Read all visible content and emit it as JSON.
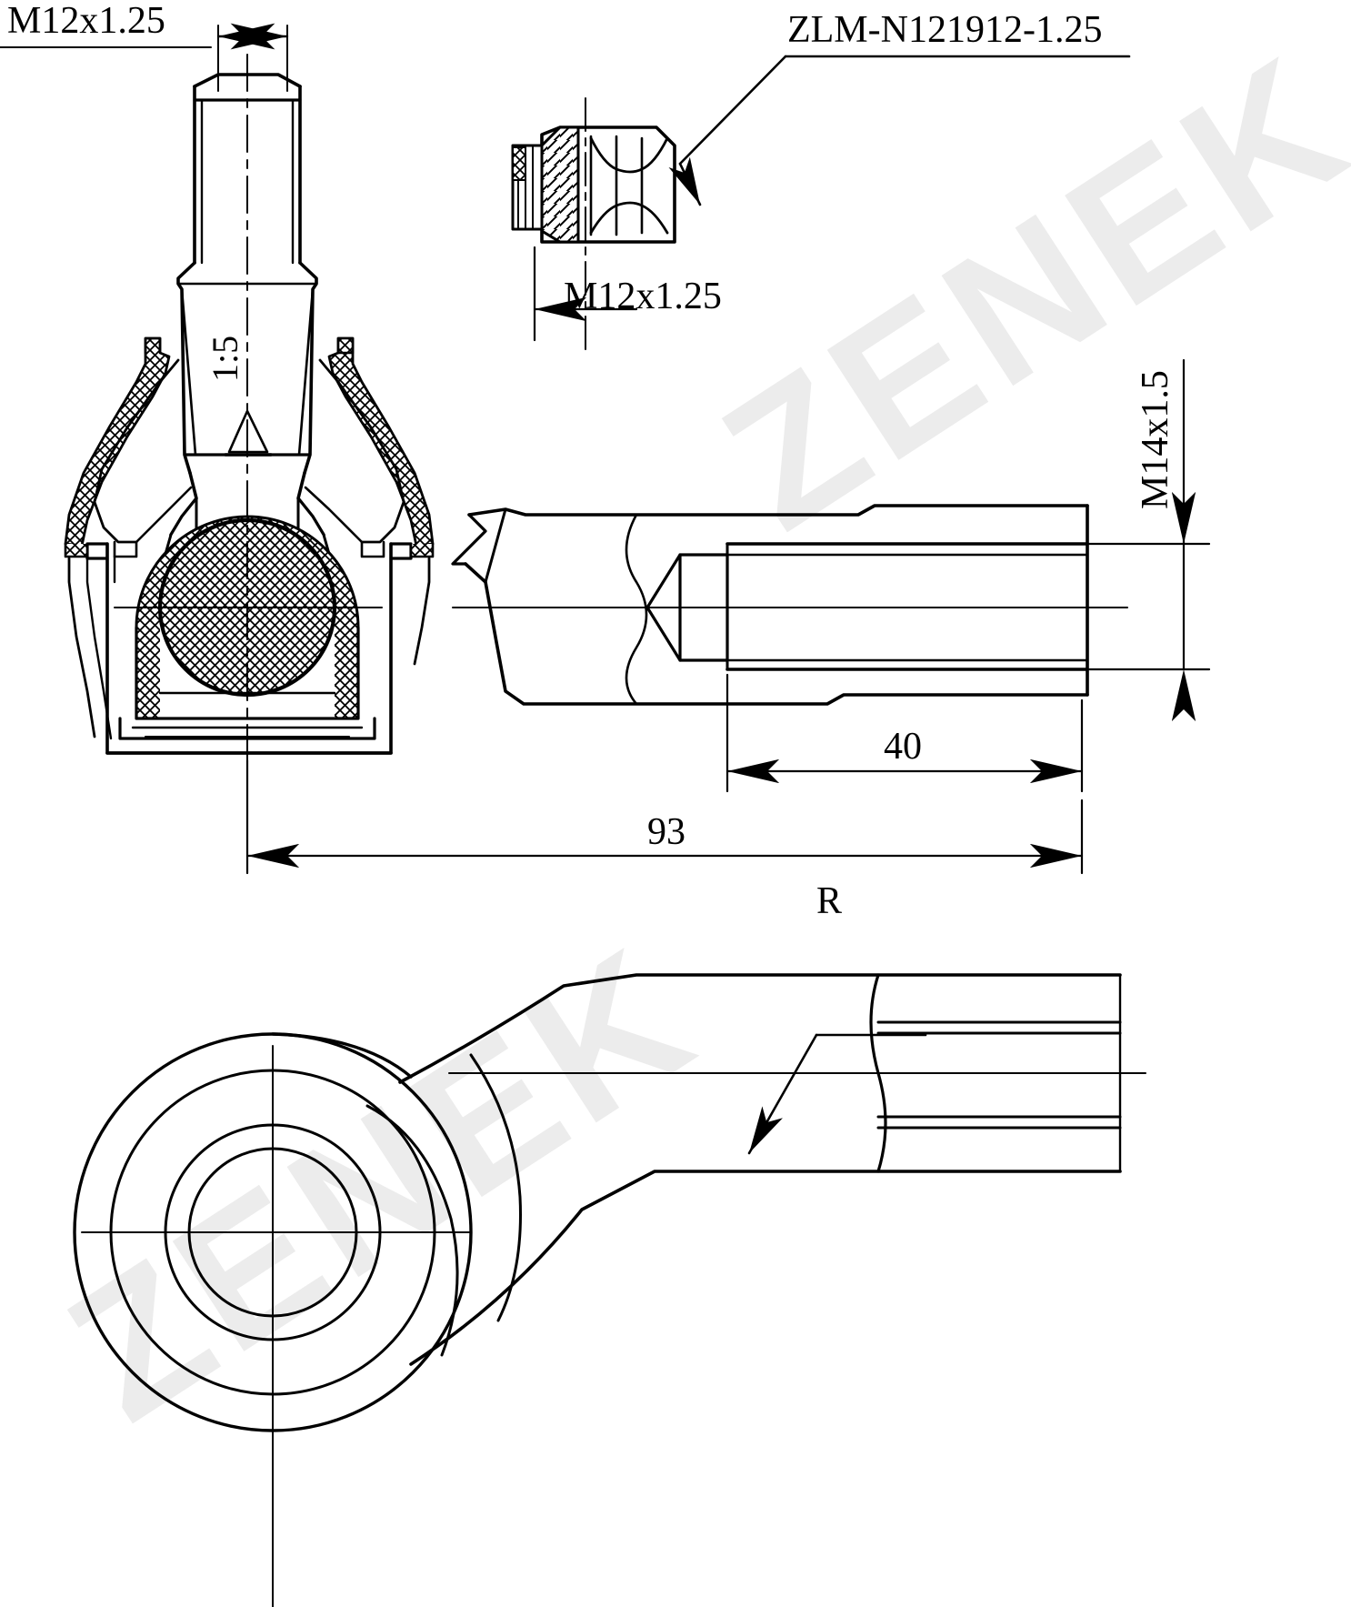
{
  "drawing": {
    "title": "Tie Rod End Ball Joint Assembly Drawing",
    "background_color": "#ffffff",
    "line_color": "#000000",
    "watermark_color": "#ececec",
    "watermark_text": "ZENEK"
  },
  "annotations": {
    "stud_thread": "M12x1.25",
    "nut_part_number": "ZLM-N121912-1.25",
    "nut_thread": "M12x1.25",
    "taper_ratio": "1:5",
    "shank_thread": "M14x1.5",
    "dim_thread_length": "40",
    "dim_total_length": "93",
    "radius_mark": "R"
  },
  "views": [
    {
      "name": "stud-ball-joint-section",
      "label": "Ball joint cross-section with tapered stud"
    },
    {
      "name": "nut-section",
      "label": "Castle nut half-section"
    },
    {
      "name": "shank-side-view",
      "label": "Threaded shank side view with break line"
    },
    {
      "name": "tie-rod-plan-view",
      "label": "Tie rod end plan view"
    }
  ],
  "dimensions": {
    "items": [
      {
        "name": "stud-thread-width",
        "value": "M12x1.25",
        "type": "thread-callout"
      },
      {
        "name": "nut-thread",
        "value": "M12x1.25",
        "type": "thread-callout"
      },
      {
        "name": "nut-designation",
        "value": "ZLM-N121912-1.25",
        "type": "leader-note"
      },
      {
        "name": "taper",
        "value": "1:5",
        "type": "taper-callout"
      },
      {
        "name": "shank-thread",
        "value": "M14x1.5",
        "type": "thread-callout"
      },
      {
        "name": "threaded-length",
        "value": "40",
        "type": "linear-dimension"
      },
      {
        "name": "overall-length",
        "value": "93",
        "type": "linear-dimension"
      },
      {
        "name": "radius",
        "value": "R",
        "type": "leader-note"
      }
    ]
  }
}
